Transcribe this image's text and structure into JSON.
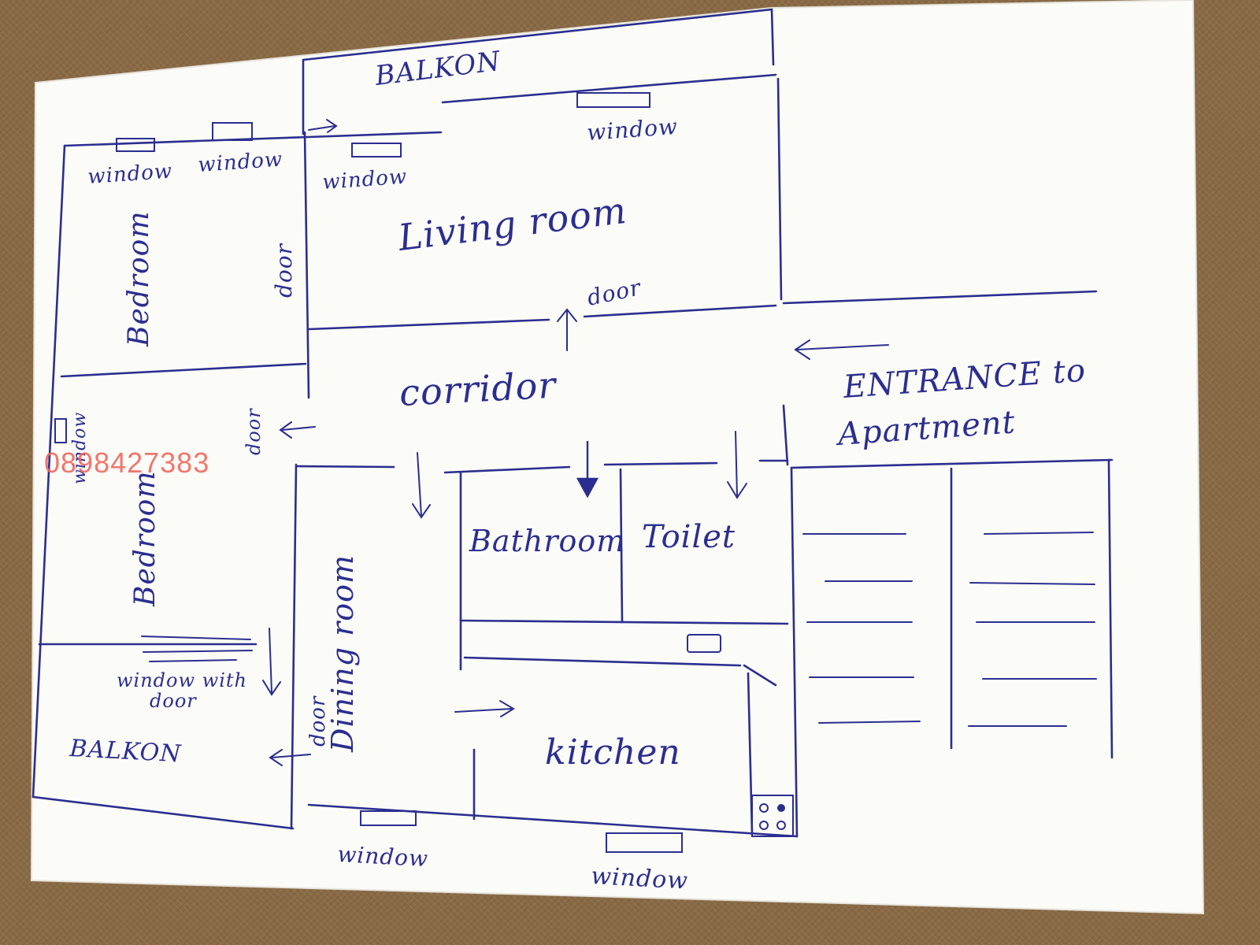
{
  "colors": {
    "ink": "#2b2e8f",
    "paper": "#fbfbf8",
    "watermark": "#f0685e"
  },
  "labels": {
    "balkon_top": "BALKON",
    "balkon_bottom": "BALKON",
    "living_room": "Living room",
    "bedroom_top": "Bedroom",
    "bedroom_bottom": "Bedroom",
    "corridor": "corridor",
    "bathroom": "Bathroom",
    "toilet": "Toilet",
    "dining_room": "Dining room",
    "kitchen": "kitchen",
    "entrance_line1": "ENTRANCE to",
    "entrance_line2": "Apartment",
    "window_bedroom_1": "window",
    "window_bedroom_2": "window",
    "window_living_left": "window",
    "window_living_right": "window",
    "window_bedroom2_side": "window",
    "window_with_door_line1": "window with",
    "window_with_door_line2": "door",
    "window_dining_bottom": "window",
    "window_kitchen_bottom": "window",
    "door_bedroom_living": "door",
    "door_living_corridor": "door",
    "door_bedroom2": "door",
    "door_dining_balkon": "door"
  },
  "watermark": "0898427383"
}
